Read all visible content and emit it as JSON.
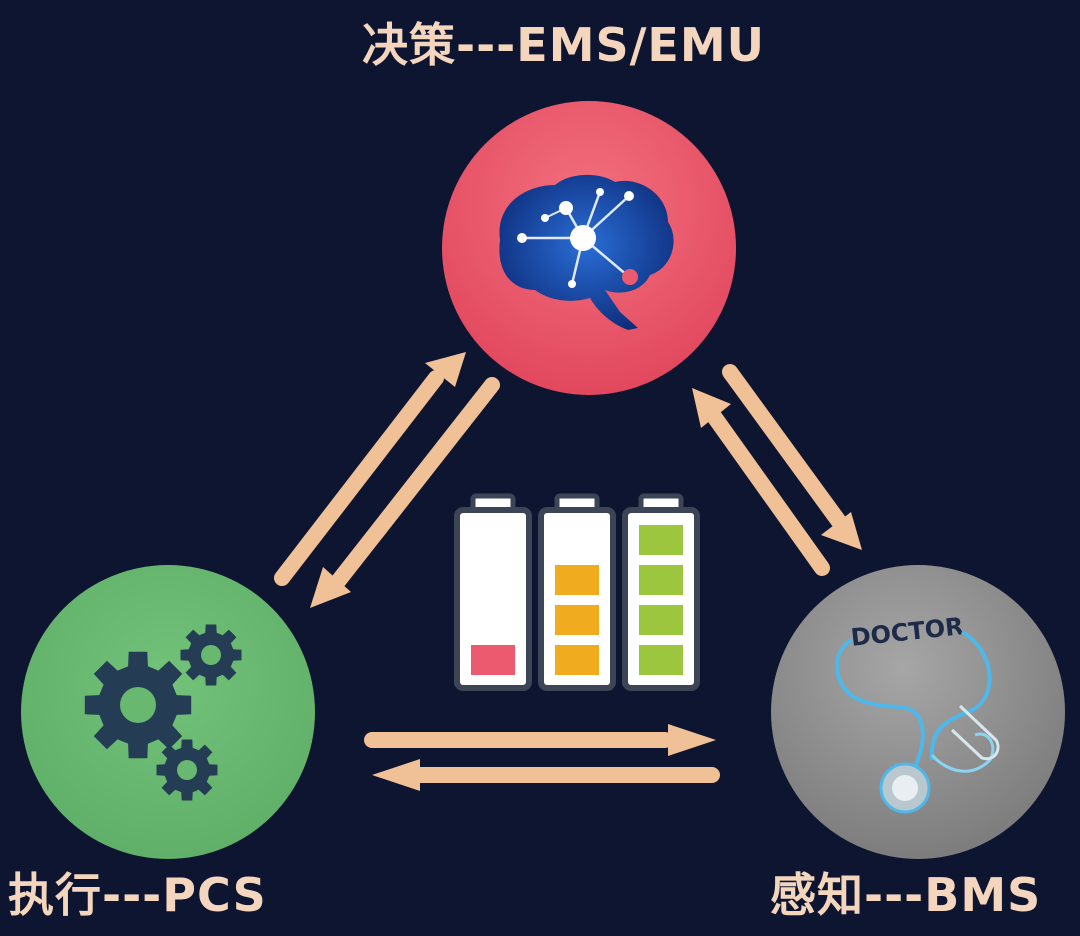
{
  "labels": {
    "decision": "决策---EMS/EMU",
    "execution": "执行---PCS",
    "perception": "感知---BMS"
  },
  "nodes": {
    "decision": {
      "icon": "brain-icon",
      "color": "#ec5a6f"
    },
    "execution": {
      "icon": "gears-icon",
      "color": "#6ab872"
    },
    "perception": {
      "icon": "stethoscope-icon",
      "color": "#8d8d8d",
      "text": "DOCTOR"
    }
  },
  "batteries": [
    {
      "level": "low",
      "filled_cells": 1,
      "total_cells": 4,
      "color": "#ec5a6f"
    },
    {
      "level": "medium",
      "filled_cells": 3,
      "total_cells": 4,
      "color": "#f0ac1e"
    },
    {
      "level": "full",
      "filled_cells": 4,
      "total_cells": 4,
      "color": "#9dc63f"
    }
  ],
  "colors": {
    "background": "#0e1530",
    "arrow": "#f0c096",
    "label": "#f3d6bd"
  }
}
